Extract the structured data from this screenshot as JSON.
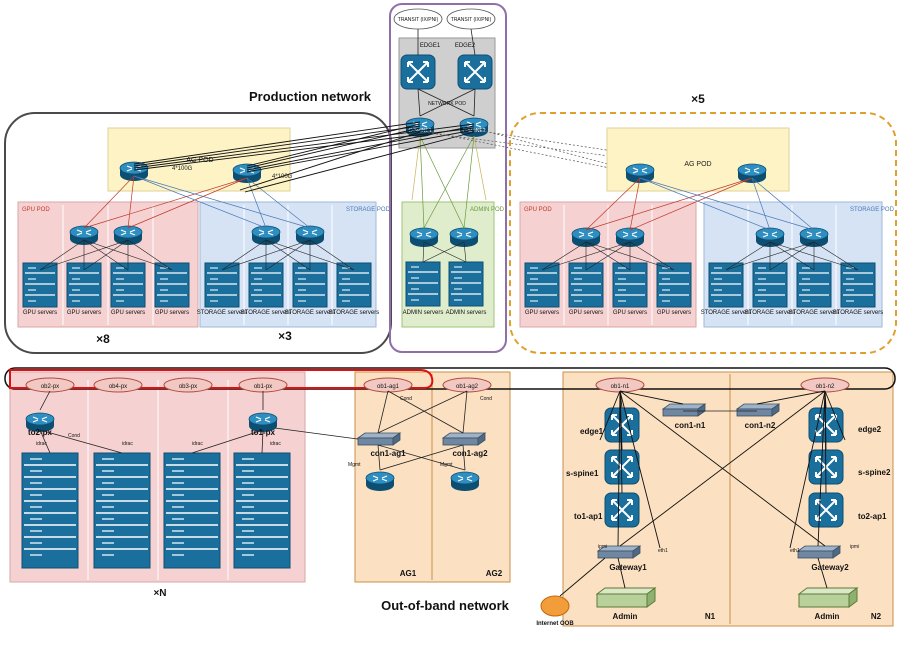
{
  "top": {
    "transit_1": "TRANSIT (IX/PNI)",
    "transit_2": "TRANSIT (IX/PNI)",
    "edge_1": "EDGE1",
    "edge_2": "EDGE2",
    "network_pod": "NETWORK\nPOD",
    "cspine_1": "C-SPINE1",
    "cspine_2": "C-SPINE2"
  },
  "production": {
    "title": "Production network",
    "ag_pod": "AG\nPOD",
    "link_100g_1": "4*100G",
    "link_100g_2": "4*100G",
    "gpu_pod": "GPU\nPOD",
    "storage_pod": "STORAGE\nPOD",
    "x8": "×8",
    "x3": "×3",
    "gpu_servers": "GPU servers",
    "storage_servers": "STORAGE servers",
    "admin_pod": "ADMIN\nPOD",
    "admin_servers": "ADMIN servers"
  },
  "replica": {
    "x5": "×5",
    "ag_pod": "AG\nPOD",
    "gpu_pod": "GPU\nPOD",
    "storage_pod": "STORAGE\nPOD",
    "gpu_servers": "GPU servers",
    "storage_servers": "STORAGE servers"
  },
  "oob": {
    "title": "Out-of-band network",
    "ob_nodes": [
      "ob2-px",
      "ob4-px",
      "ob3-px",
      "ob1-px",
      "ob1-ag1",
      "ob1-ag2",
      "ob1-n1",
      "ob1-n2"
    ],
    "to2_px": "to2-px",
    "to1_px": "to1-px",
    "idrac": "idrac",
    "cond": "Cond",
    "xn": "×N",
    "con1_ag1": "con1-ag1",
    "con1_ag2": "con1-ag2",
    "mgmt": "Mgmt",
    "ag1": "AG1",
    "ag2": "AG2",
    "con1_n1": "con1-n1",
    "con1_n2": "con1-n2",
    "edge1": "edge1",
    "edge2": "edge2",
    "s_spine1": "s-spine1",
    "s_spine2": "s-spine2",
    "to1_ap1": "to1-ap1",
    "to2_ap1": "to2-ap1",
    "gateway1": "Gateway1",
    "gateway2": "Gateway2",
    "admin": "Admin",
    "ipmi": "ipmi",
    "eth1": "eth1",
    "n1": "N1",
    "n2": "N2",
    "internet": "Internet\nOOB"
  }
}
